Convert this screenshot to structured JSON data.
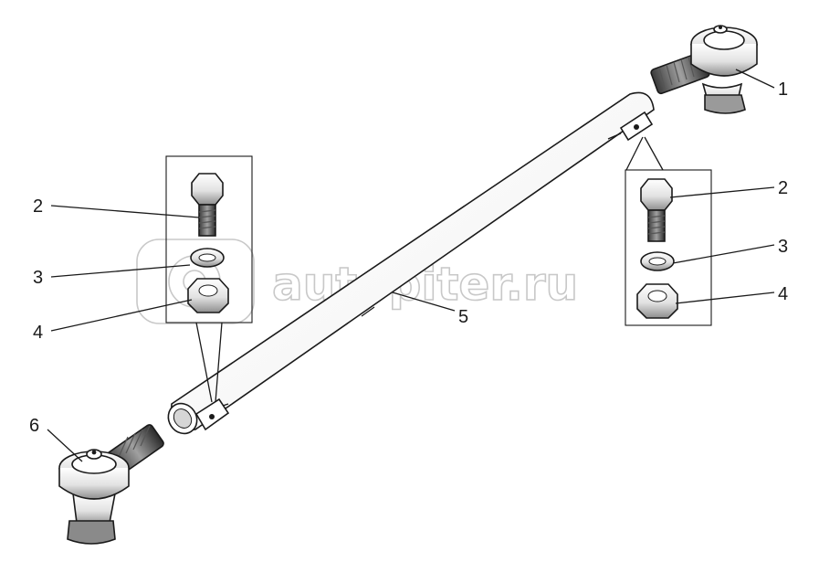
{
  "callouts": {
    "ball_joint_top": "1",
    "bolt_right": "2",
    "washer_right": "3",
    "nut_right": "4",
    "tube": "5",
    "ball_joint_bottom": "6",
    "bolt_left": "2",
    "washer_left": "3",
    "nut_left": "4"
  },
  "watermark": {
    "text": "autopiter.ru"
  }
}
